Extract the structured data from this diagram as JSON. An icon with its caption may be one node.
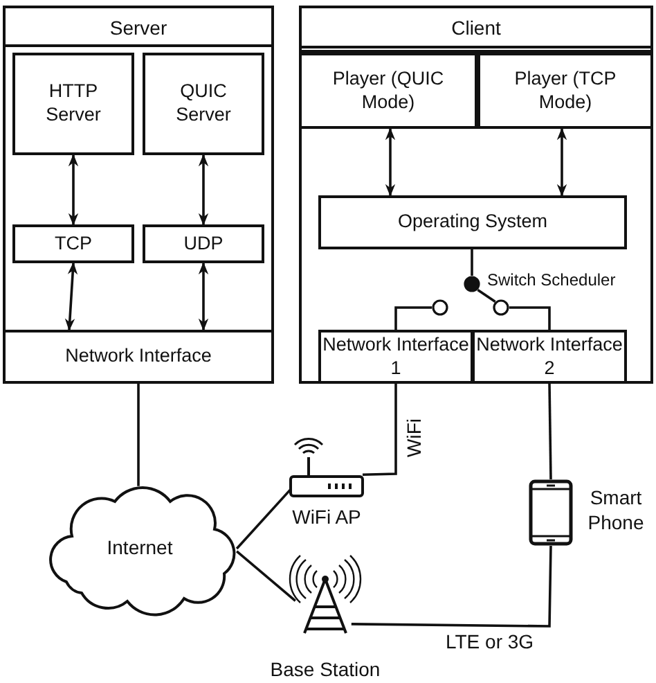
{
  "diagram": {
    "nodes": [
      {
        "text": [
          "Server"
        ]
      },
      {
        "text": [
          "HTTP Server"
        ],
        "in": 0
      },
      {
        "text": [
          "QUIC Server"
        ],
        "in": 0
      },
      {
        "text": [
          "TCP"
        ],
        "in": 0
      },
      {
        "text": [
          "UDP"
        ],
        "in": 0
      },
      {
        "text": [
          "Network Interface"
        ],
        "in": 0
      },
      {
        "text": [
          "Client"
        ]
      },
      {
        "text": [
          "Player (QUIC Mode)"
        ],
        "in": 6
      },
      {
        "text": [
          "Player (TCP Mode)"
        ],
        "in": 6
      },
      {
        "text": [
          "Operating System"
        ],
        "in": 6
      },
      {
        "text": [],
        "shape": "circle",
        "beside": [
          "Switch Scheduler"
        ],
        "in": 6
      },
      {
        "text": [],
        "shape": "circle",
        "in": 6
      },
      {
        "text": [],
        "shape": "circle",
        "in": 6
      },
      {
        "text": [
          "Network Interface 1"
        ],
        "in": 6
      },
      {
        "text": [
          "Network Interface 2"
        ],
        "in": 6
      },
      {
        "text": [
          "Internet"
        ]
      },
      {
        "text": [],
        "shape": "picture",
        "beside": [
          "WiFi AP"
        ]
      },
      {
        "text": [],
        "shape": "picture",
        "beside": [
          "Base Station"
        ]
      },
      {
        "text": [],
        "shape": "picture",
        "beside": [
          "Smart Phone"
        ]
      }
    ],
    "edges": [
      {
        "from": 1,
        "to": 3,
        "arrow": "both"
      },
      {
        "from": 2,
        "to": 4,
        "arrow": "both"
      },
      {
        "from": 3,
        "to": 5,
        "arrow": "both"
      },
      {
        "from": 4,
        "to": 5,
        "arrow": "both"
      },
      {
        "from": 7,
        "to": 9,
        "arrow": "both"
      },
      {
        "from": 8,
        "to": 9,
        "arrow": "both"
      },
      {
        "from": 9,
        "to": 10,
        "arrow": "none"
      },
      {
        "from": 10,
        "to": 12,
        "arrow": "none"
      },
      {
        "from": 11,
        "to": 13,
        "arrow": "none"
      },
      {
        "from": 12,
        "to": 14,
        "arrow": "none"
      },
      {
        "from": 5,
        "to": 15,
        "arrow": "none"
      },
      {
        "from": 13,
        "to": 16,
        "arrow": "none",
        "label": "WiFi"
      },
      {
        "from": 15,
        "to": 16,
        "arrow": "none"
      },
      {
        "from": 15,
        "to": 17,
        "arrow": "none"
      },
      {
        "from": 14,
        "to": 18,
        "arrow": "none"
      },
      {
        "from": 18,
        "to": 17,
        "arrow": "none",
        "label": "LTE or 3G"
      }
    ]
  }
}
